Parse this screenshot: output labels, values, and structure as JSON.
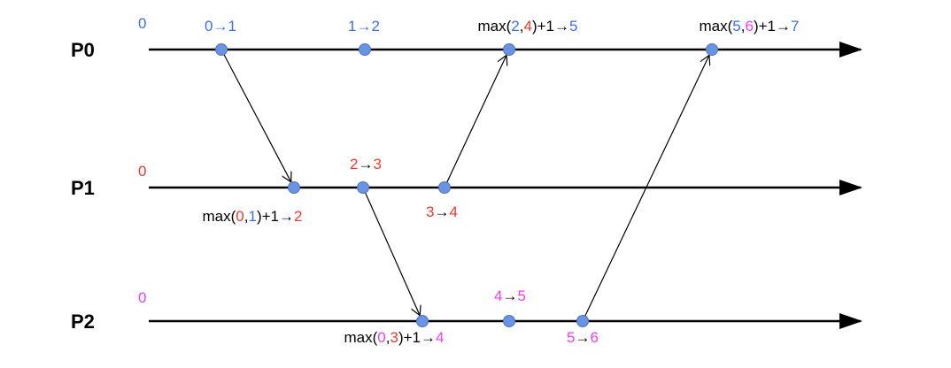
{
  "colors": {
    "p0": "#3a6ff2",
    "p1": "#f2392c",
    "p2": "#f23ef2",
    "node_fill": "#6a93e3",
    "line": "#000000",
    "text": "#000000"
  },
  "processes": [
    {
      "name": "P0",
      "initial": "0"
    },
    {
      "name": "P1",
      "initial": "0"
    },
    {
      "name": "P2",
      "initial": "0"
    }
  ],
  "events": [
    {
      "id": "p0e1",
      "process": 0,
      "order": 1,
      "label": [
        {
          "t": "0",
          "c": "p0"
        },
        {
          "t": "→",
          "c": "p0"
        },
        {
          "t": "1",
          "c": "p0"
        }
      ]
    },
    {
      "id": "p0e2",
      "process": 0,
      "order": 2,
      "label": [
        {
          "t": "1",
          "c": "p0"
        },
        {
          "t": "→",
          "c": "p0"
        },
        {
          "t": "2",
          "c": "p0"
        }
      ]
    },
    {
      "id": "p0e3",
      "process": 0,
      "order": 3,
      "label": [
        {
          "t": "max(",
          "c": "text"
        },
        {
          "t": "2",
          "c": "p0"
        },
        {
          "t": ",",
          "c": "text"
        },
        {
          "t": "4",
          "c": "p1"
        },
        {
          "t": ")+1",
          "c": "text"
        },
        {
          "t": "→",
          "c": "text"
        },
        {
          "t": "5",
          "c": "p0"
        }
      ]
    },
    {
      "id": "p0e4",
      "process": 0,
      "order": 4,
      "label": [
        {
          "t": "max(",
          "c": "text"
        },
        {
          "t": "5",
          "c": "p0"
        },
        {
          "t": ",",
          "c": "text"
        },
        {
          "t": "6",
          "c": "p2"
        },
        {
          "t": ")+1",
          "c": "text"
        },
        {
          "t": "→",
          "c": "text"
        },
        {
          "t": "7",
          "c": "p0"
        }
      ]
    },
    {
      "id": "p1e1",
      "process": 1,
      "order": 1,
      "label": [
        {
          "t": "max(",
          "c": "text"
        },
        {
          "t": "0",
          "c": "p1"
        },
        {
          "t": ",",
          "c": "text"
        },
        {
          "t": "1",
          "c": "p0"
        },
        {
          "t": ")+1",
          "c": "text"
        },
        {
          "t": "→",
          "c": "text"
        },
        {
          "t": "2",
          "c": "p1"
        }
      ]
    },
    {
      "id": "p1e2",
      "process": 1,
      "order": 2,
      "label": [
        {
          "t": "2",
          "c": "p1"
        },
        {
          "t": "→",
          "c": "text"
        },
        {
          "t": "3",
          "c": "p1"
        }
      ]
    },
    {
      "id": "p1e3",
      "process": 1,
      "order": 3,
      "label": [
        {
          "t": "3",
          "c": "p1"
        },
        {
          "t": "→",
          "c": "text"
        },
        {
          "t": "4",
          "c": "p1"
        }
      ]
    },
    {
      "id": "p2e1",
      "process": 2,
      "order": 1,
      "label": [
        {
          "t": "max(",
          "c": "text"
        },
        {
          "t": "0",
          "c": "p2"
        },
        {
          "t": ",",
          "c": "text"
        },
        {
          "t": "3",
          "c": "p1"
        },
        {
          "t": ")+1",
          "c": "text"
        },
        {
          "t": "→",
          "c": "text"
        },
        {
          "t": "4",
          "c": "p2"
        }
      ]
    },
    {
      "id": "p2e2",
      "process": 2,
      "order": 2,
      "label": [
        {
          "t": "4",
          "c": "p2"
        },
        {
          "t": "→",
          "c": "text"
        },
        {
          "t": "5",
          "c": "p2"
        }
      ]
    },
    {
      "id": "p2e3",
      "process": 2,
      "order": 3,
      "label": [
        {
          "t": "5",
          "c": "p2"
        },
        {
          "t": "→",
          "c": "text"
        },
        {
          "t": "6",
          "c": "p2"
        }
      ]
    }
  ],
  "messages": [
    {
      "from": "p0e1",
      "to": "p1e1"
    },
    {
      "from": "p1e2",
      "to": "p2e1"
    },
    {
      "from": "p1e3",
      "to": "p0e3"
    },
    {
      "from": "p2e3",
      "to": "p0e4"
    }
  ]
}
